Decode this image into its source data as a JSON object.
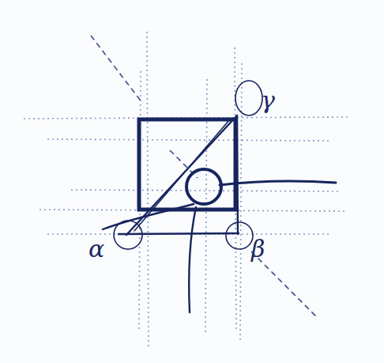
{
  "diagram": {
    "labels": [
      "α",
      "β",
      "γ"
    ]
  }
}
